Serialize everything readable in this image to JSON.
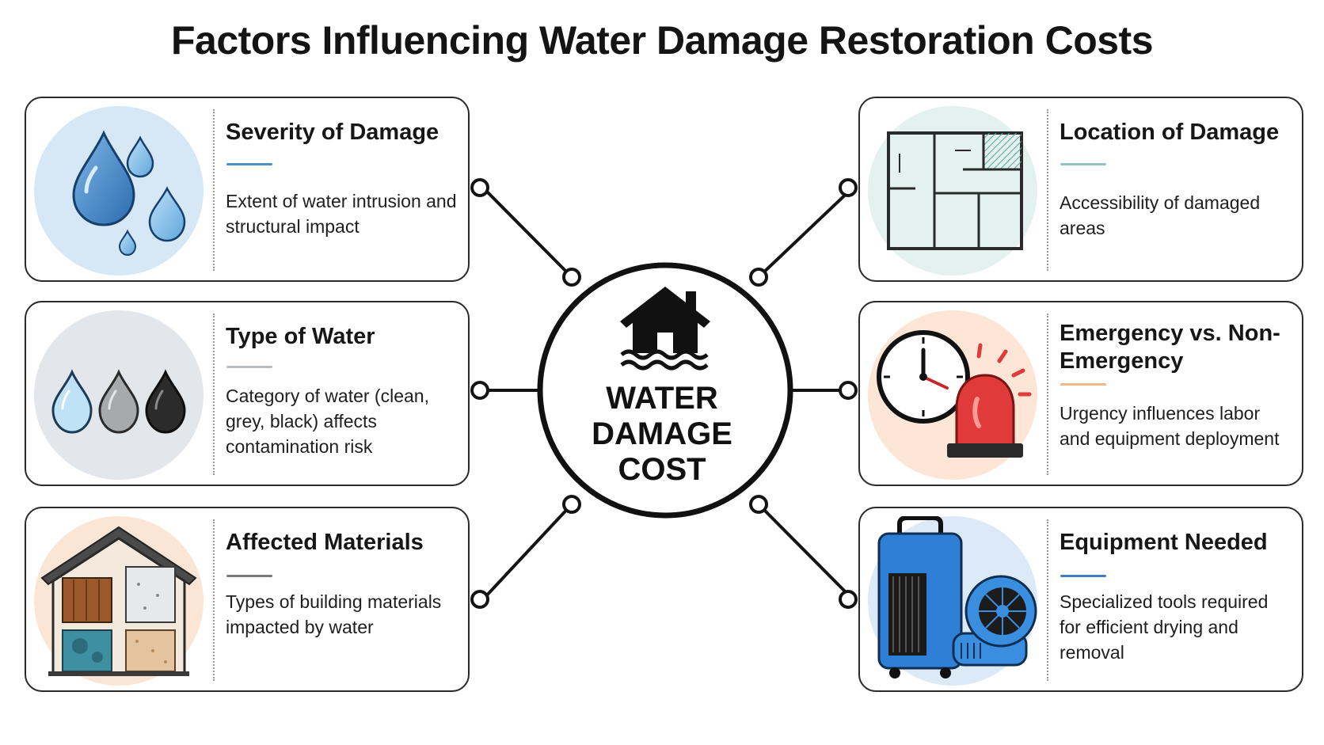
{
  "title": "Factors Influencing Water Damage Restoration Costs",
  "center": {
    "lines": [
      "WATER",
      "DAMAGE",
      "COST"
    ],
    "icon": "flooded-house-icon"
  },
  "factors": [
    {
      "heading": "Severity of Damage",
      "description": "Extent of water intrusion and structural impact",
      "icon": "water-drops-icon",
      "accent_color": "#4a90c8",
      "circle_color": "#d6e8f6"
    },
    {
      "heading": "Type of Water",
      "description": "Category of water (clean, grey, black) affects contamination risk",
      "icon": "water-categories-icon",
      "accent_color": "#b8bcc2",
      "circle_color": "#e3e6ea"
    },
    {
      "heading": "Affected Materials",
      "description": "Types of building materials impacted by water",
      "icon": "building-materials-icon",
      "accent_color": "#7a7a7a",
      "circle_color": "#fbe6d6"
    },
    {
      "heading": "Location of Damage",
      "description": "Accessibility of damaged areas",
      "icon": "floor-plan-icon",
      "accent_color": "#8cc5c0",
      "circle_color": "#e3f1ef"
    },
    {
      "heading": "Emergency vs. Non-Emergency",
      "description": "Urgency influences labor and equipment deployment",
      "icon": "clock-and-siren-icon",
      "accent_color": "#f0b78e",
      "circle_color": "#fde6d6"
    },
    {
      "heading": "Equipment Needed",
      "description": "Specialized tools required for efficient drying and removal",
      "icon": "dehumidifier-and-fan-icon",
      "accent_color": "#3f7fbf",
      "circle_color": "#dce9f6"
    }
  ]
}
